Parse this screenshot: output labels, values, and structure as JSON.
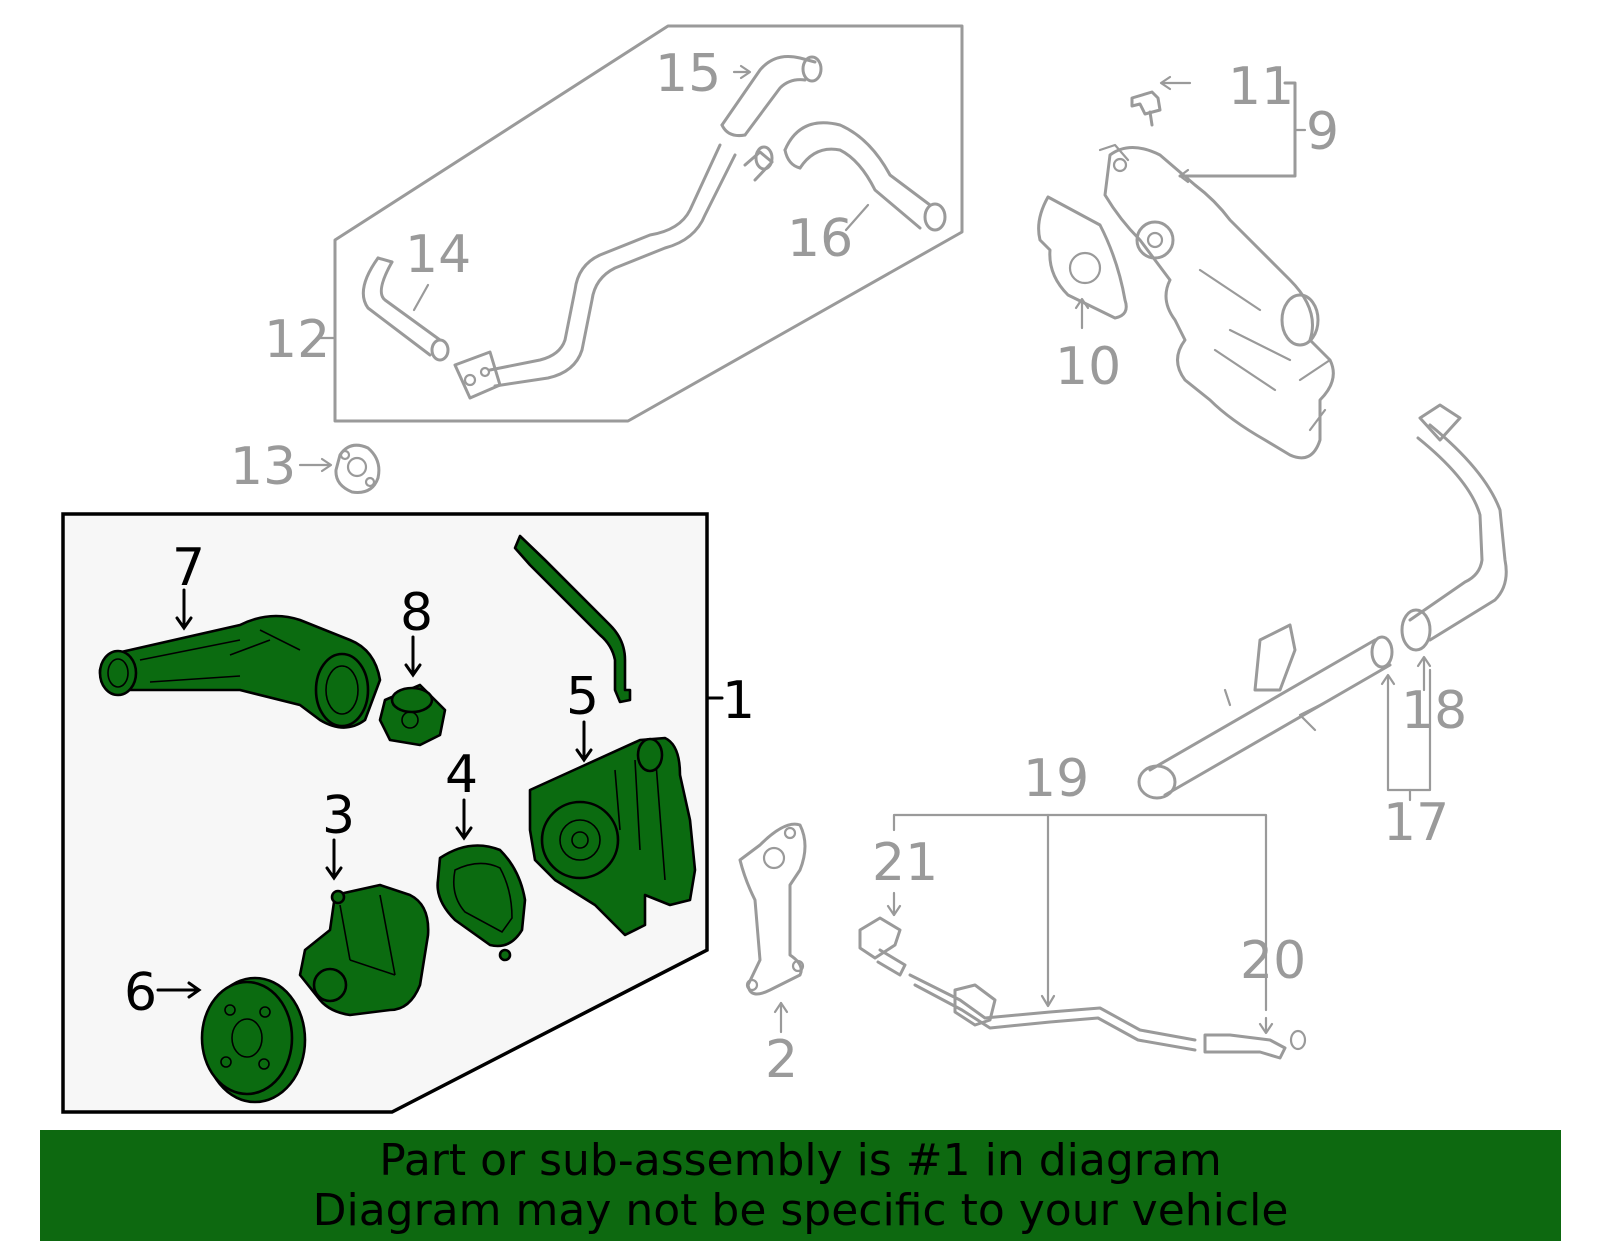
{
  "diagram": {
    "callouts_gray": [
      "15",
      "14",
      "12",
      "16",
      "11",
      "9",
      "10",
      "13",
      "18",
      "17",
      "19",
      "21",
      "20",
      "2"
    ],
    "callouts_black": [
      "7",
      "8",
      "5",
      "1",
      "4",
      "3",
      "6"
    ],
    "colors": {
      "highlight_part": "#0b6b10",
      "other_parts": "#9a9a9a",
      "banner": "#0d6910"
    }
  },
  "banner": {
    "line1": "Part or sub-assembly is #1 in diagram",
    "line2": "Diagram may not be specific to your vehicle"
  }
}
